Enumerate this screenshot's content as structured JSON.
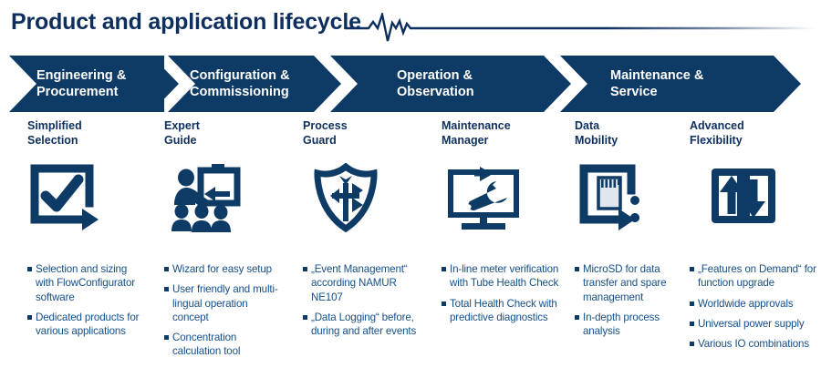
{
  "header": {
    "title": "Product and application lifecycle",
    "pulse_icon": "heartbeat-pulse-line"
  },
  "colors": {
    "navy": "#0e3a66",
    "title_navy": "#0e2f5e",
    "body_blue": "#15508a",
    "white": "#ffffff"
  },
  "banner": {
    "stages": [
      {
        "label": "Engineering &\nProcurement"
      },
      {
        "label": "Configuration &\nCommissioning"
      },
      {
        "label": "Operation &\nObservation"
      },
      {
        "label": "Maintenance &\nService"
      }
    ]
  },
  "columns": [
    {
      "heading": "Simplified\nSelection",
      "icon": "checkbox-square-with-exit-arrow-icon",
      "bullets": [
        "Selection and sizing with FlowConfigurator software",
        "Dedicated products for various applications"
      ]
    },
    {
      "heading": "Expert\nGuide",
      "icon": "trainer-presentation-whiteboard-audience-icon",
      "bullets": [
        "Wizard for easy setup",
        "User friendly and multi-lingual operation concept",
        "Concentration calculation tool"
      ]
    },
    {
      "heading": "Process\nGuard",
      "icon": "shield-with-arrows-icon",
      "bullets": [
        "„Event Management“ according NAMUR NE107",
        "„Data Logging“ before, during and after events"
      ]
    },
    {
      "heading": "Maintenance\nManager",
      "icon": "monitor-with-wrench-icon",
      "bullets": [
        "In-line meter verification with Tube Health Check",
        "Total Health Check with predictive diagnostics"
      ]
    },
    {
      "heading": "Data\nMobility",
      "icon": "microsd-card-transfer-icon",
      "bullets": [
        "MicroSD for data transfer and spare management",
        "In-depth process analysis"
      ]
    },
    {
      "heading": "Advanced\nFlexibility",
      "icon": "two-squares-up-down-arrows-icon",
      "bullets": [
        "„Features on Demand“ for function upgrade",
        "Worldwide approvals",
        "Universal power supply",
        "Various IO combinations"
      ]
    }
  ]
}
